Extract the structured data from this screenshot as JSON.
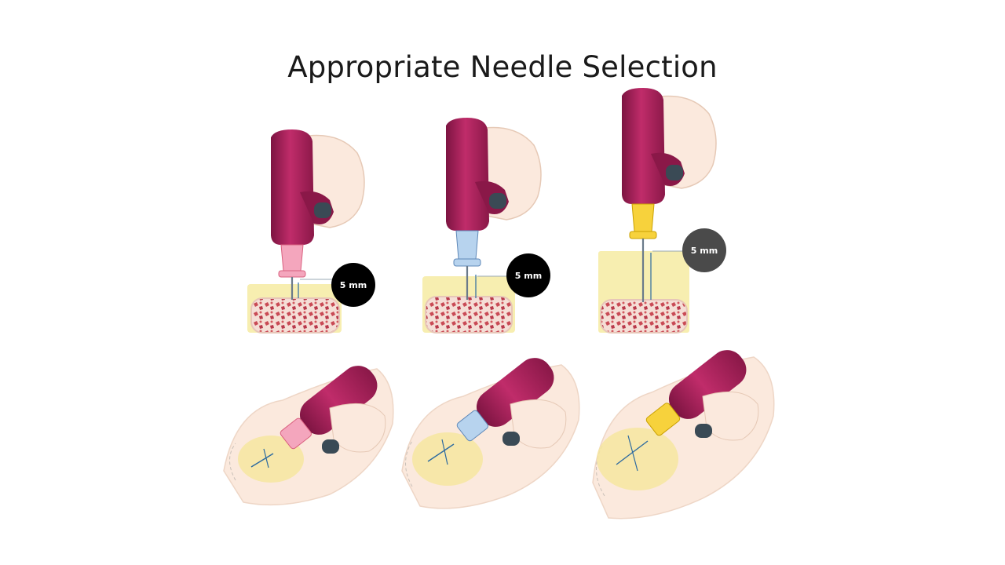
{
  "slide": {
    "title": "Appropriate Needle Selection"
  },
  "panels": [
    {
      "depth_label": "5 mm",
      "hub_color": "#f4a6bd",
      "hub_edge": "#d9607f",
      "badge_color": "#000000"
    },
    {
      "depth_label": "5 mm",
      "hub_color": "#b7d3ee",
      "hub_edge": "#5f88b8",
      "badge_color": "#000000"
    },
    {
      "depth_label": "5 mm",
      "hub_color": "#f7d23c",
      "hub_edge": "#c9a000",
      "badge_color": "#4a4a4a"
    }
  ],
  "colors": {
    "driver_body": "#b0245f",
    "driver_shade": "#7c1441",
    "skin": "#fbe9dd",
    "tissue": "#f7eeb0",
    "bone_fill": "#c94a55",
    "needle": "#6a7a8a",
    "arrow": "#2c6aa0"
  }
}
